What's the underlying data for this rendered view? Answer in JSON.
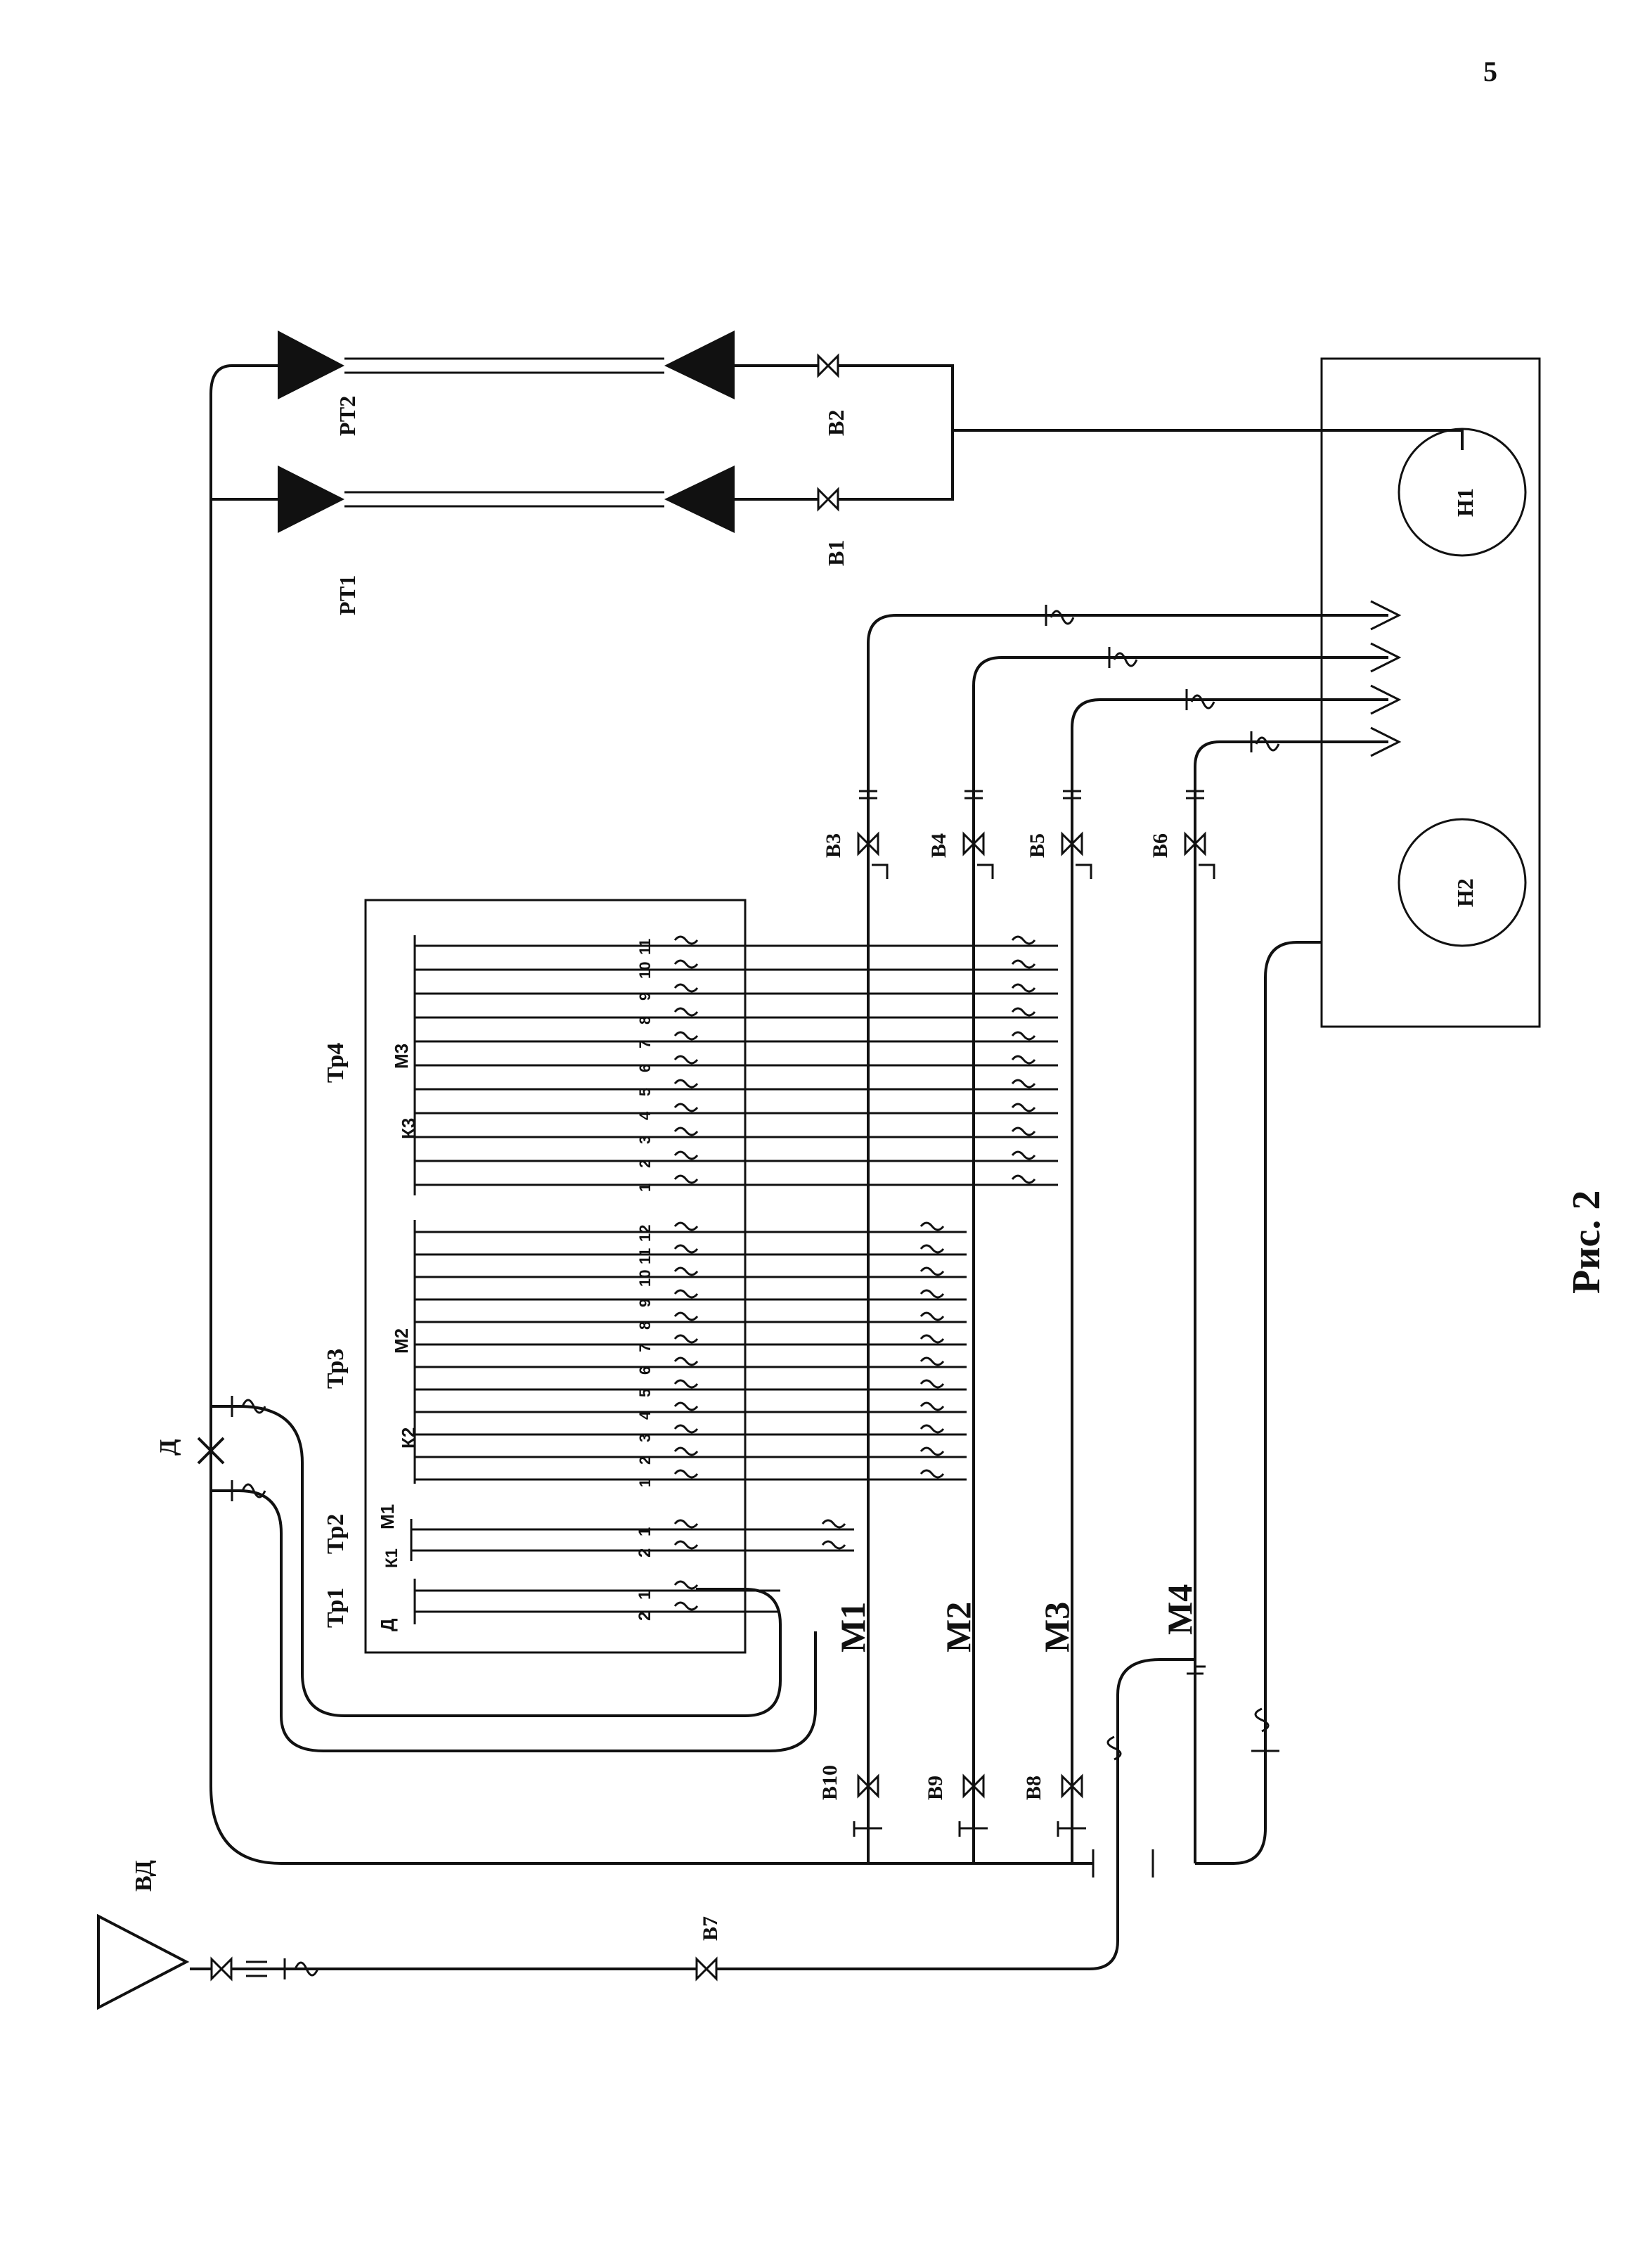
{
  "page_number": "5",
  "figure_caption": "Рис. 2",
  "regulators": [
    "РТ1",
    "РТ2"
  ],
  "tanks": [
    "Н1",
    "Н2"
  ],
  "valves": {
    "v1": "В1",
    "v2": "В2",
    "v3": "В3",
    "v4": "В4",
    "v5": "В5",
    "v6": "В6",
    "v7": "В7",
    "v8": "В8",
    "v9": "В9",
    "v10": "В10"
  },
  "mains": {
    "m1": "М1",
    "m2": "М2",
    "m3": "М3",
    "m4": "М4"
  },
  "distributor": "Д",
  "vd": "ВД",
  "transformers": {
    "tr1": "Тр1",
    "tr2": "Тр2",
    "tr3": "Тр3",
    "tr4": "Тр4"
  },
  "tags": {
    "d": "Д",
    "k1": "К1",
    "m1": "М1",
    "k2": "К2",
    "m2": "М2",
    "k3": "К3",
    "m3": "М3"
  },
  "channel_numbers": {
    "g1": [
      "1",
      "2"
    ],
    "g2": [
      "1",
      "2"
    ],
    "g3": [
      "1",
      "2",
      "3",
      "4",
      "5",
      "6",
      "7",
      "8",
      "9",
      "10",
      "11",
      "12"
    ],
    "g4": [
      "1",
      "2",
      "3",
      "4",
      "5",
      "6",
      "7",
      "8",
      "9",
      "10",
      "11"
    ]
  }
}
